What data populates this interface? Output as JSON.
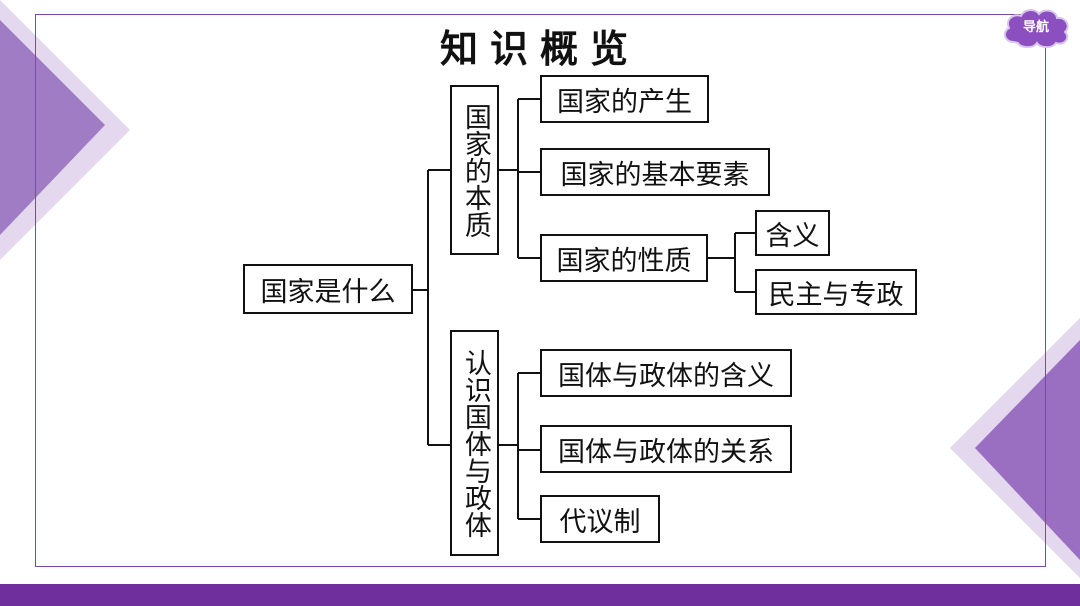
{
  "title": "知识概览",
  "nav_label": "导航",
  "diagram": {
    "root": "国家是什么",
    "branch1": {
      "label": "国家的本质",
      "children": [
        "国家的产生",
        "国家的基本要素",
        "国家的性质"
      ],
      "nature_children": [
        "含义",
        "民主与专政"
      ]
    },
    "branch2": {
      "label": "认识国体与政体",
      "children": [
        "国体与政体的含义",
        "国体与政体的关系",
        "代议制"
      ]
    }
  },
  "colors": {
    "accent": "#6f2f9c",
    "accent_light": "#a98bc4",
    "frame": "#7b4aa8"
  }
}
